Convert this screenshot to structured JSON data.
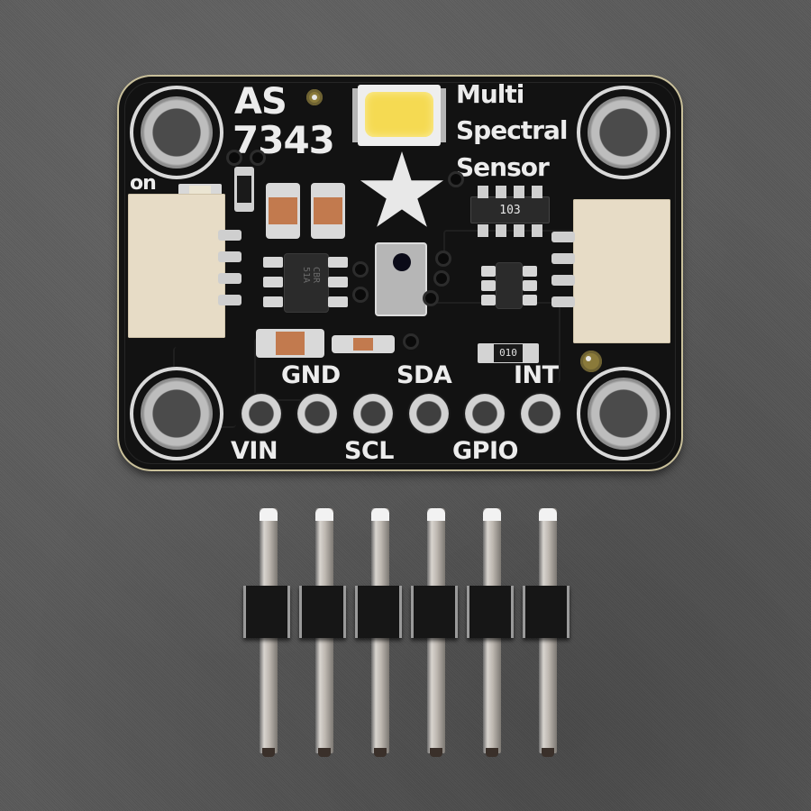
{
  "subject": "AS7343 Multi Spectral Sensor breakout board with pin header",
  "board": {
    "color": "#121212",
    "title_line1": "AS",
    "title_line2": "7343",
    "description_line1": "Multi",
    "description_line2": "Spectral",
    "description_line3": "Sensor",
    "power_led_label": "on",
    "resistor_network_marking": "103",
    "small_resistor_marking": "010",
    "regulator_marking": "CBR 51A",
    "led_color": "#f5da52",
    "connectors": [
      {
        "name": "left-stemma-qt-connector",
        "color": "#e7dcc6"
      },
      {
        "name": "right-stemma-qt-connector",
        "color": "#e7dcc6"
      }
    ],
    "pins": [
      {
        "label": "VIN",
        "row": "bottom"
      },
      {
        "label": "GND",
        "row": "top"
      },
      {
        "label": "SCL",
        "row": "bottom"
      },
      {
        "label": "SDA",
        "row": "top"
      },
      {
        "label": "GPIO",
        "row": "bottom"
      },
      {
        "label": "INT",
        "row": "top"
      }
    ]
  },
  "header": {
    "pin_count": 6,
    "description": "6-pin male header strip"
  },
  "background": {
    "color": "#5a5a5a"
  }
}
